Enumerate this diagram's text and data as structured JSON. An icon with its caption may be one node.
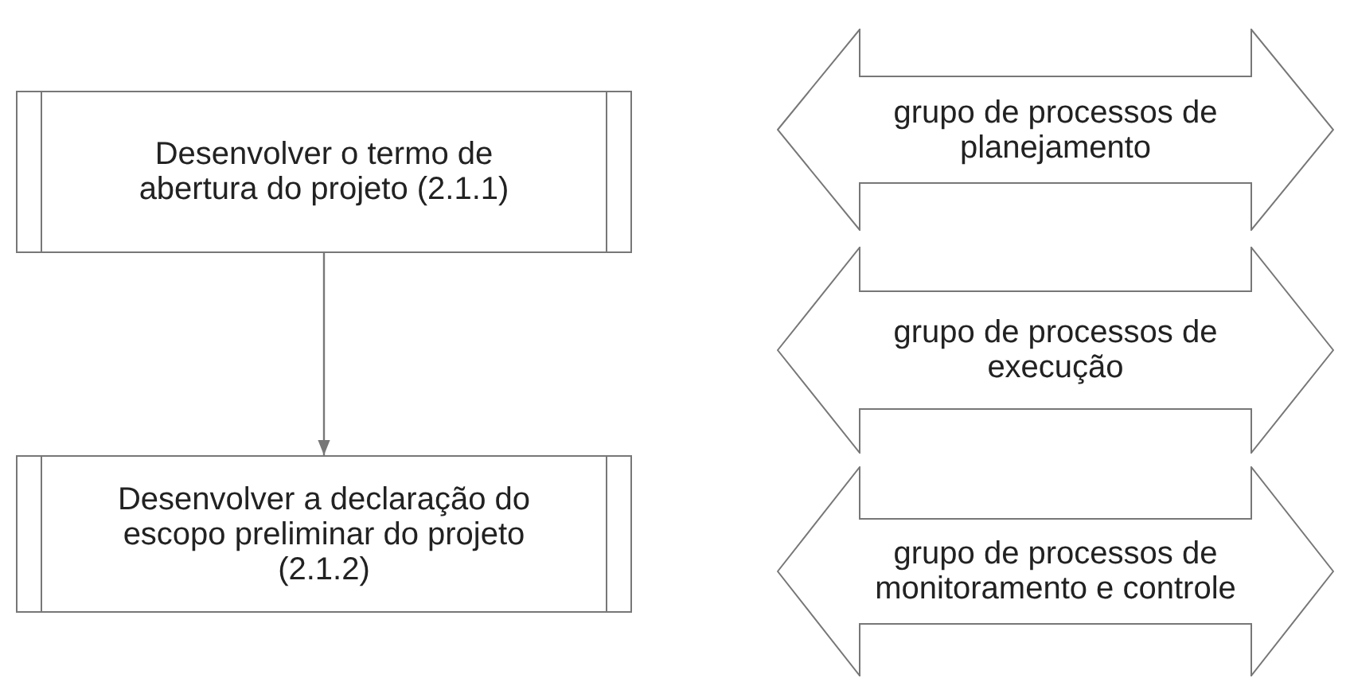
{
  "diagram": {
    "nodes": [
      {
        "text": [
          "Desenvolver o termo de abertura do projeto (2.1.1)"
        ]
      },
      {
        "text": [
          "Desenvolver a declaração do escopo preliminar do projeto (2.1.2)"
        ]
      },
      {
        "text": [
          "grupo de processos de planejamento"
        ]
      },
      {
        "text": [
          "grupo de processos de execução"
        ]
      },
      {
        "text": [
          "grupo de processos de monitoramento e controle"
        ]
      }
    ],
    "edges": [
      {
        "from": 0,
        "to": 1,
        "arrow": "to"
      }
    ]
  }
}
